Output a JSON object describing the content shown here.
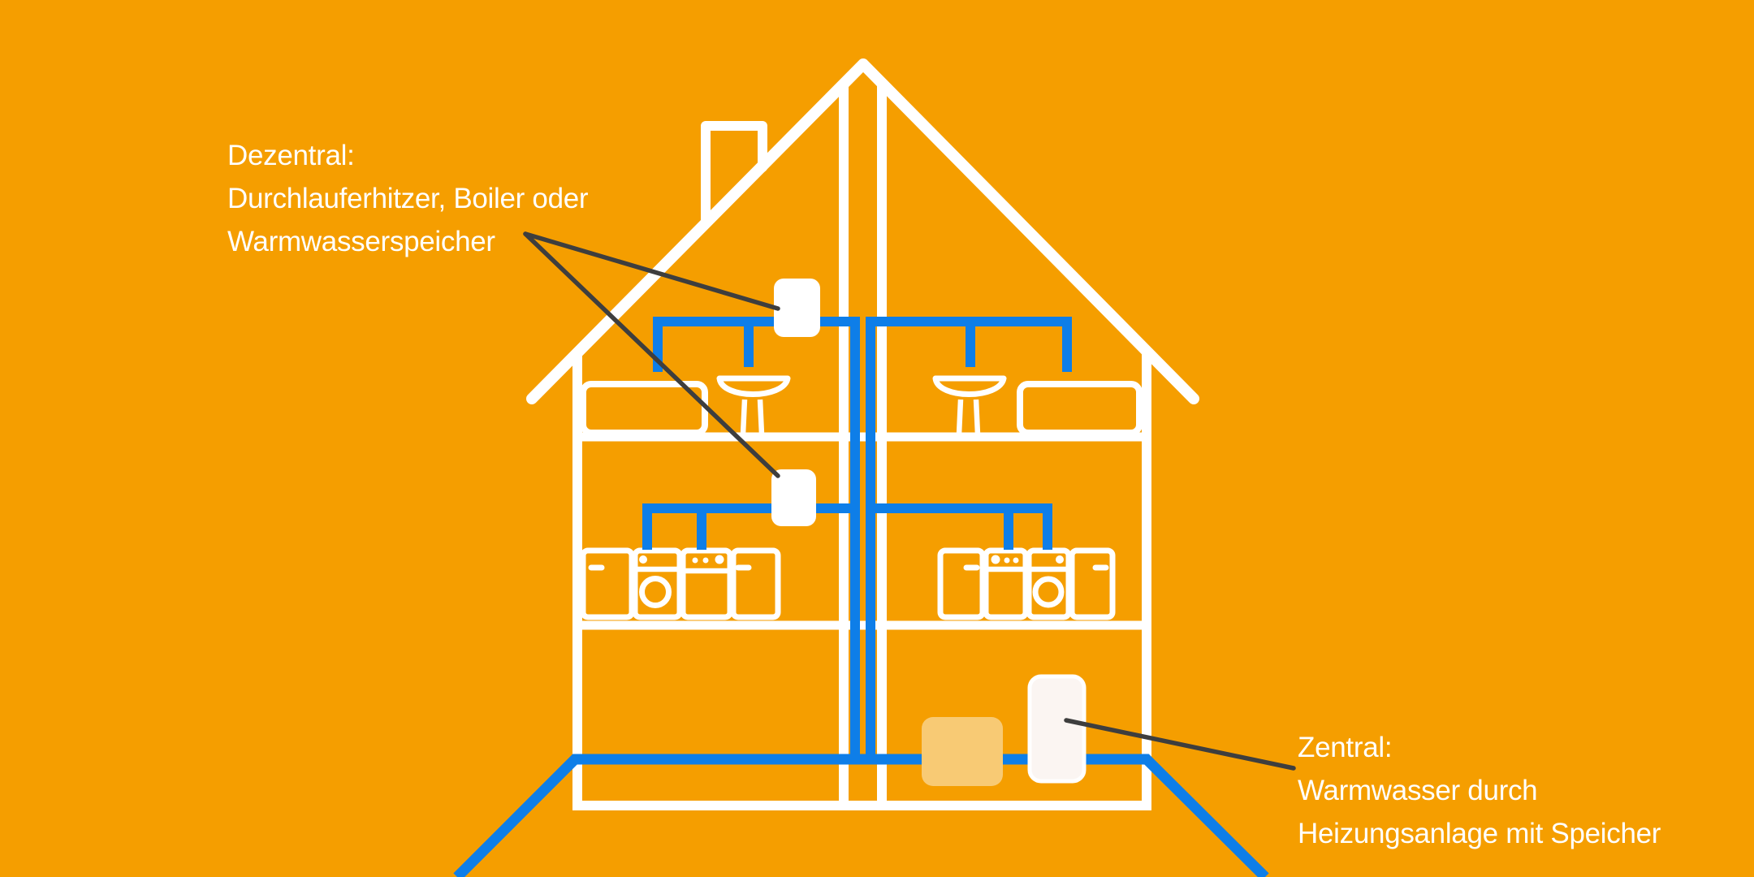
{
  "illustration": {
    "description": "Infographic of a two-apartment house cross-section comparing decentralized and central hot-water systems",
    "house_parts": [
      "roof",
      "chimney",
      "left-wall",
      "right-wall",
      "center-double-wall",
      "upper-floor",
      "middle-floor",
      "base-floor"
    ],
    "fixtures": [
      "bathtub",
      "pedestal-sink",
      "refrigerator",
      "washing-machine",
      "dryer"
    ],
    "water_units": [
      "tankless-water-heater-upper",
      "tankless-water-heater-middle",
      "central-boiler",
      "hot-water-storage-tank"
    ]
  },
  "labels": {
    "dezentral": {
      "title": "Dezentral:",
      "line1": "Durchlauferhitzer, Boiler oder",
      "line2": "Warmwasserspeicher"
    },
    "zentral": {
      "title": "Zentral:",
      "line1": "Warmwasser durch",
      "line2": "Heizungsanlage mit Speicher"
    }
  },
  "icons": [
    "house-outline-icon",
    "chimney-icon",
    "bathtub-icon",
    "pedestal-sink-icon",
    "refrigerator-icon",
    "washing-machine-icon",
    "dryer-icon",
    "water-heater-icon",
    "central-boiler-icon",
    "hot-water-tank-icon",
    "water-pipe-icon"
  ],
  "colors": {
    "bg": "#F59E00",
    "line": "#FFFFFF",
    "pipe": "#0E7EE8",
    "pointer": "#3E3E3E",
    "boiler": "#F8CA74",
    "tank": "#FBF5F2",
    "text": "#FFFFFF"
  }
}
